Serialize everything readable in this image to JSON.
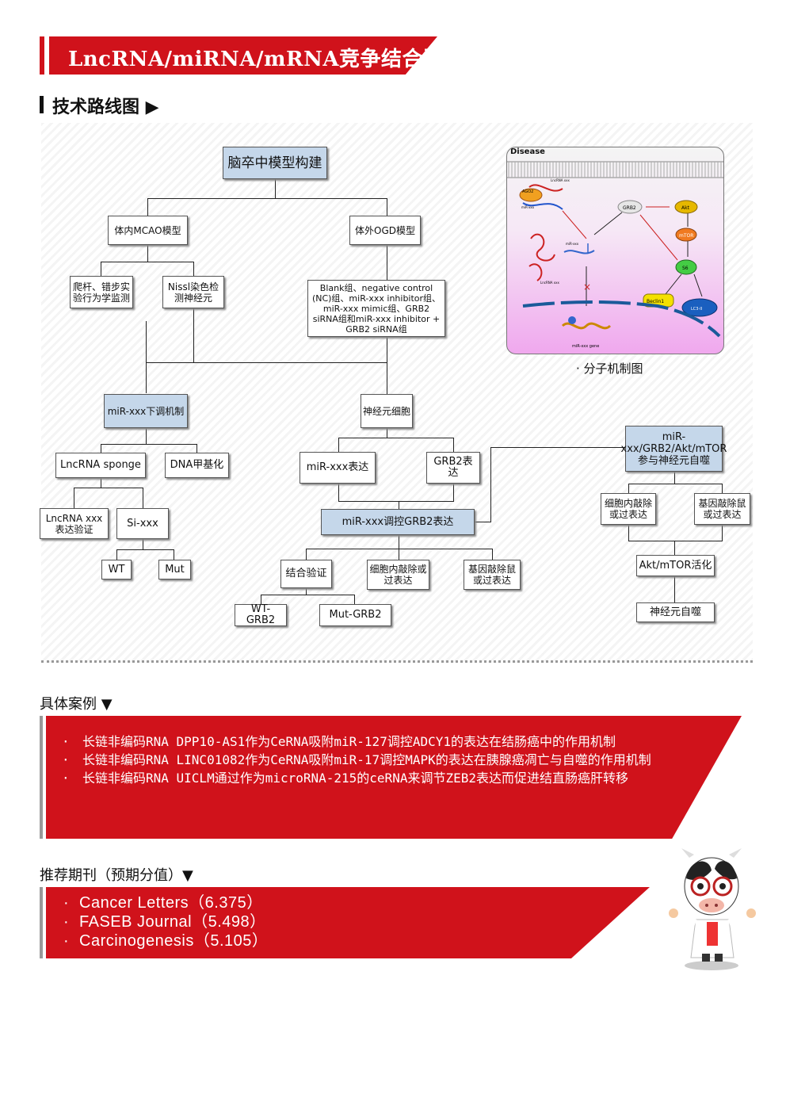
{
  "header": {
    "title": "LncRNA/miRNA/mRNA竞争结合型"
  },
  "roadmap": {
    "title": "技术路线图 ▶"
  },
  "flow": {
    "root": "脑卒中模型构建",
    "invivo": "体内MCAO模型",
    "invitro": "体外OGD模型",
    "behavior": "爬杆、错步实验行为学监测",
    "nissl": "Nissl染色检测神经元",
    "groups": "Blank组、negative control (NC)组、miR-xxx inhibitor组、miR-xxx mimic组、GRB2 siRNA组和miR-xxx inhibitor + GRB2 siRNA组",
    "downreg": "miR-xxx下调机制",
    "neuron": "神经元细胞",
    "sponge": "LncRNA sponge",
    "dna_methyl": "DNA甲基化",
    "lnc_verify": "LncRNA xxx表达验证",
    "si": "Si-xxx",
    "wt": "WT",
    "mut": "Mut",
    "mir_expr": "miR-xxx表达",
    "grb2_expr": "GRB2表达",
    "regulate": "miR-xxx调控GRB2表达",
    "binding": "结合验证",
    "cell_kd": "细胞内敲除或过表达",
    "mouse_kd": "基因敲除鼠或过表达",
    "wt_grb2": "WT-GRB2",
    "mut_grb2": "Mut-GRB2",
    "pathway": "miR-xxx/GRB2/Akt/mTOR参与神经元自噬",
    "cell_kd2": "细胞内敲除或过表达",
    "mouse_kd2": "基因敲除鼠或过表达",
    "akt": "Akt/mTOR活化",
    "autophagy": "神经元自噬"
  },
  "mechanism": {
    "label": "Disease",
    "caption": "· 分子机制图",
    "nodes": {
      "ago2": "AGO2",
      "lncrna_top": "LncRNA xxx",
      "mir": "miR-xxx",
      "mir2": "miR-xxx",
      "lncrna_mid": "LncRNA xxx",
      "grb2": "GRB2",
      "akt": "Akt",
      "mtor": "mTOR",
      "s6": "S6",
      "beclin": "Beclin1",
      "lc3": "LC3-II",
      "gene": "miR-xxx gene"
    }
  },
  "cases": {
    "title": "具体案例 ▼",
    "items": [
      "长链非编码RNA DPP10-AS1作为CeRNA吸附miR-127调控ADCY1的表达在结肠癌中的作用机制",
      "长链非编码RNA LINC01082作为CeRNA吸附miR-17调控MAPK的表达在胰腺癌凋亡与自噬的作用机制",
      "长链非编码RNA UICLM通过作为microRNA-215的ceRNA来调节ZEB2表达而促进结直肠癌肝转移"
    ]
  },
  "journals": {
    "title": "推荐期刊（预期分值）▼",
    "items": [
      "Cancer Letters（6.375）",
      "FASEB Journal（5.498）",
      "Carcinogenesis（5.105）"
    ]
  },
  "colors": {
    "brand_red": "#d0121b",
    "box_blue": "#c5d7ea"
  }
}
